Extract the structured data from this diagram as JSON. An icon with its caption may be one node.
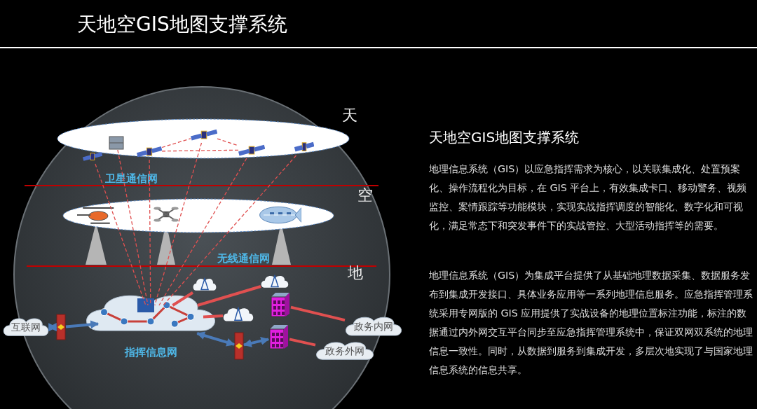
{
  "diagram": {
    "title": "天地空GIS地图支撑系统",
    "nodes": [
      {
        "text": [
          "卫星通信网"
        ]
      },
      {
        "text": [],
        "shape": "picture",
        "in": 0
      },
      {
        "text": [],
        "shape": "picture",
        "in": 0
      },
      {
        "text": [],
        "shape": "picture",
        "in": 0
      },
      {
        "text": [],
        "shape": "picture",
        "in": 0
      },
      {
        "text": [],
        "shape": "picture",
        "in": 0
      },
      {
        "text": [],
        "shape": "picture",
        "in": 0
      },
      {
        "text": [
          "无线通信网"
        ]
      },
      {
        "text": [],
        "shape": "picture",
        "in": 7
      },
      {
        "text": [],
        "shape": "picture",
        "in": 7
      },
      {
        "text": [],
        "shape": "picture",
        "in": 7
      },
      {
        "text": [
          "互联网"
        ]
      },
      {
        "text": [],
        "shape": "picture"
      },
      {
        "text": [
          "指挥信息网"
        ]
      },
      {
        "text": [],
        "shape": "picture"
      },
      {
        "text": [],
        "shape": "picture"
      },
      {
        "text": [],
        "shape": "picture"
      },
      {
        "text": [
          "政务内网"
        ]
      },
      {
        "text": [
          "政务外网"
        ]
      },
      {
        "text": [],
        "shape": "picture"
      },
      {
        "text": [],
        "shape": "picture"
      },
      {
        "text": [],
        "shape": "picture"
      }
    ],
    "edges": [
      {
        "from": 1,
        "to": 13,
        "arrow": "none",
        "style": "dashed"
      },
      {
        "from": 2,
        "to": 13,
        "arrow": "none",
        "style": "dashed"
      },
      {
        "from": 3,
        "to": 13,
        "arrow": "none",
        "style": "dashed"
      },
      {
        "from": 4,
        "to": 13,
        "arrow": "none",
        "style": "dashed"
      },
      {
        "from": 5,
        "to": 13,
        "arrow": "none",
        "style": "dashed"
      },
      {
        "from": 6,
        "to": 13,
        "arrow": "none",
        "style": "dashed"
      },
      {
        "from": 3,
        "to": 4,
        "arrow": "none",
        "style": "dashed"
      },
      {
        "from": 4,
        "to": 5,
        "arrow": "none",
        "style": "dashed"
      },
      {
        "from": 3,
        "to": 5,
        "arrow": "none",
        "style": "dashed"
      },
      {
        "from": 11,
        "to": 12,
        "arrow": "both",
        "style": "thick",
        "color": "#4a7ab8"
      },
      {
        "from": 12,
        "to": 13,
        "arrow": "to",
        "style": "thick",
        "color": "#4a7ab8"
      },
      {
        "from": 13,
        "to": 14,
        "arrow": "both",
        "style": "thick",
        "color": "#4a7ab8"
      },
      {
        "from": 14,
        "to": 16,
        "arrow": "both",
        "style": "thick",
        "color": "#4a7ab8"
      },
      {
        "from": 13,
        "to": 19,
        "arrow": "none",
        "style": "thick"
      },
      {
        "from": 13,
        "to": 20,
        "arrow": "none",
        "style": "thick"
      },
      {
        "from": 13,
        "to": 21,
        "arrow": "none",
        "style": "thick"
      },
      {
        "from": 15,
        "to": 17,
        "arrow": "none",
        "style": "thick"
      },
      {
        "from": 16,
        "to": 18,
        "arrow": "none",
        "style": "thick"
      }
    ],
    "labels": [
      "天",
      "空",
      "地",
      "天地空GIS地图支撑系统",
      "地理信息系统（GIS）以应急指挥需求为核心，以关联集成化、处置预案化、操作流程化为目标，在 GIS 平台上，有效集成卡口、移动警务、视频监控、案情跟踪等功能模块，实现实战指挥调度的智能化、数字化和可视化，满足常态下和突发事件下的实战管控、大型活动指挥等的需要。",
      "地理信息系统（GIS）为集成平台提供了从基础地理数据采集、数据服务发布到集成开发接口、具体业务应用等一系列地理信息服务。应急指挥管理系统采用专网版的 GIS 应用提供了实战设备的地理位置标注功能，标注的数据通过内外网交互平台同步至应急指挥管理系统中，保证双网双系统的地理信息一致性。同时，从数据到服务到集成开发，多层次地实现了与国家地理信息系统的信息共享。"
    ]
  }
}
